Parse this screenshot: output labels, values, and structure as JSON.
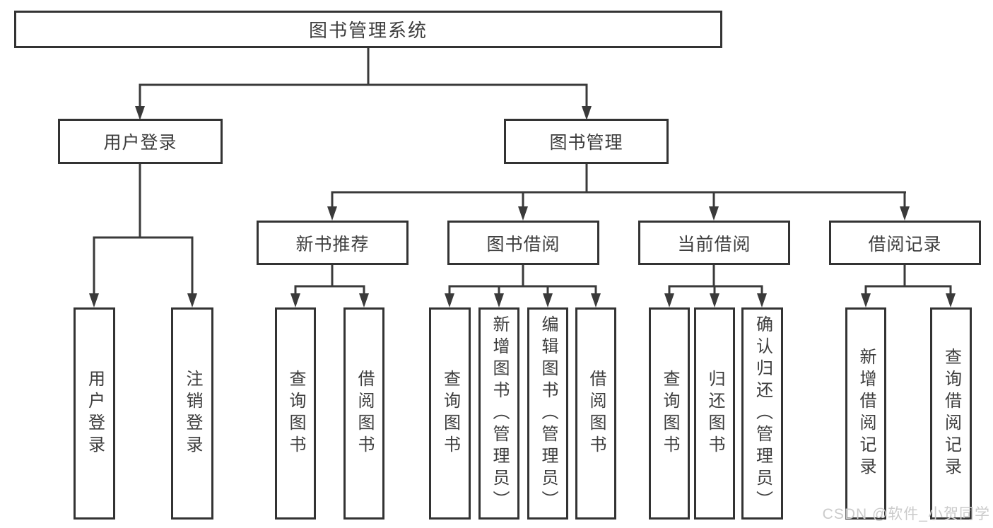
{
  "diagram": {
    "root": {
      "label": "图书管理系统"
    },
    "user_login": {
      "label": "用户登录",
      "children": [
        {
          "label": "用户登录"
        },
        {
          "label": "注销登录"
        }
      ]
    },
    "book_management": {
      "label": "图书管理",
      "sections": [
        {
          "label": "新书推荐",
          "children": [
            {
              "label": "查询图书"
            },
            {
              "label": "借阅图书"
            }
          ]
        },
        {
          "label": "图书借阅",
          "children": [
            {
              "label": "查询图书"
            },
            {
              "label": "新增图书（管理员）"
            },
            {
              "label": "编辑图书（管理员）"
            },
            {
              "label": "借阅图书"
            }
          ]
        },
        {
          "label": "当前借阅",
          "children": [
            {
              "label": "查询图书"
            },
            {
              "label": "归还图书"
            },
            {
              "label": "确认归还（管理员）"
            }
          ]
        },
        {
          "label": "借阅记录",
          "children": [
            {
              "label": "新增借阅记录"
            },
            {
              "label": "查询借阅记录"
            }
          ]
        }
      ]
    }
  },
  "watermark": {
    "text": "CSDN @软件_小贺同学"
  },
  "colors": {
    "line": "#3a3a3a",
    "box_border": "#333333",
    "box_fill": "#ffffff",
    "text": "#3d3d3d",
    "watermark": "#cbcbcb",
    "background": "#ffffff"
  }
}
